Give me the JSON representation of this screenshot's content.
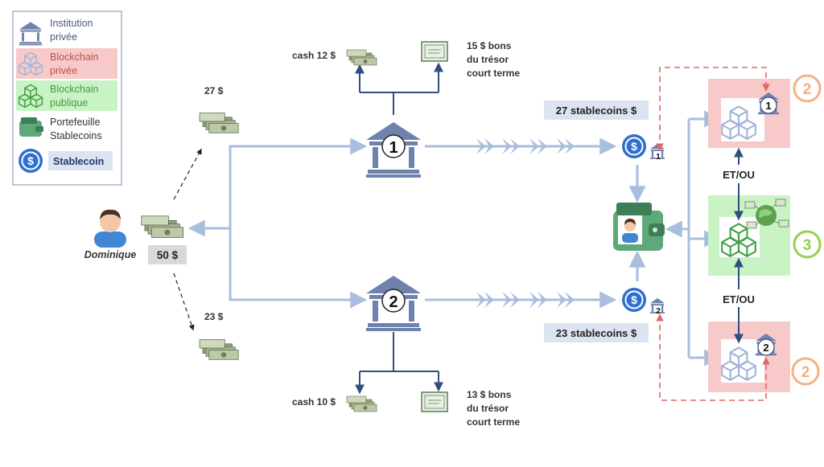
{
  "legend": {
    "institution": [
      "Institution",
      "privée"
    ],
    "private_chain": [
      "Blockchain",
      "privée"
    ],
    "public_chain": [
      "Blockchain",
      "publique"
    ],
    "wallet": [
      "Portefeuille",
      "Stablecoins"
    ],
    "stablecoin": "Stablecoin"
  },
  "user": {
    "name": "Dominique",
    "amount": "50 $"
  },
  "branches": {
    "top_amount": "27 $",
    "bottom_amount": "23 $"
  },
  "bank1": {
    "number": "1",
    "cash": "cash 12 $",
    "bonds": [
      "15 $ bons",
      "du trésor",
      "court terme"
    ],
    "stablecoins": "27 stablecoins $"
  },
  "bank2": {
    "number": "2",
    "cash": "cash 10 $",
    "bonds": [
      "13 $ bons",
      "du trésor",
      "court terme"
    ],
    "stablecoins": "23 stablecoins $"
  },
  "connectors": {
    "and_or_top": "ET/OU",
    "and_or_bottom": "ET/OU"
  },
  "badges": {
    "private_top": "2",
    "public": "3",
    "private_bottom": "2"
  },
  "coin_badges": {
    "top": "1",
    "bottom": "2"
  },
  "chain_badges": {
    "top": "1",
    "bottom": "2"
  },
  "colors": {
    "flow": "#a9bedf",
    "dark_arrow": "#2f4f7f",
    "bank": "#6f82ad",
    "private_bg": "#f8c9c9",
    "public_bg": "#c9f2c5",
    "private_border": "#f4b183",
    "public_border": "#92d050",
    "coin": "#2f6fcf",
    "dashed": "#e06666"
  }
}
